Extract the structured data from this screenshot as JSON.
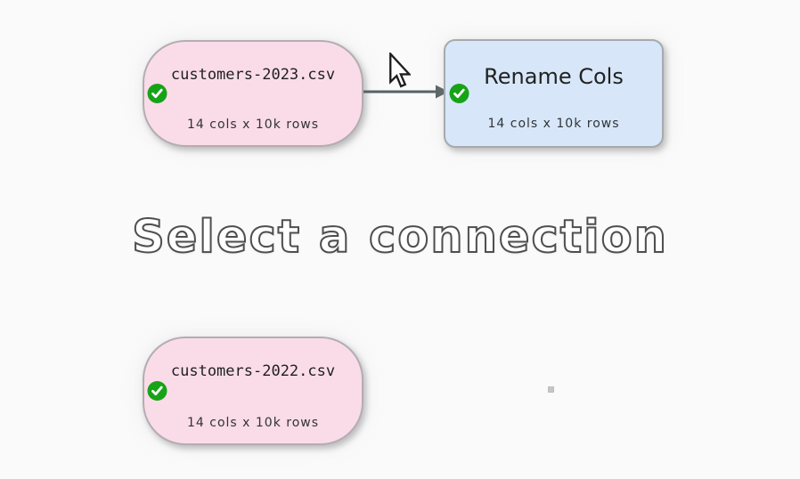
{
  "canvas": {
    "hint": "Select a connection"
  },
  "nodes": [
    {
      "title": "customers-2023.csv",
      "subtitle": "14 cols x 10k rows",
      "kind": "csv-input",
      "status": "ok"
    },
    {
      "title": "Rename Cols",
      "subtitle": "14 cols x 10k rows",
      "kind": "transform",
      "status": "ok"
    },
    {
      "title": "customers-2022.csv",
      "subtitle": "14 cols x 10k rows",
      "kind": "csv-input",
      "status": "ok"
    }
  ],
  "icons": {
    "status_ok": "check-circle-icon",
    "pointer": "arrow-cursor-icon",
    "marker": "small-gray-square"
  },
  "colors": {
    "canvas_bg": "#fafafa",
    "input_node_fill": "#fadce8",
    "transform_node_fill": "#d7e7f9",
    "node_border": "#aeaaae",
    "status_ok_green": "#17a317",
    "arrow": "#566262",
    "hint_outline": "#4e4e4e",
    "hint_fill": "#ffffff"
  }
}
